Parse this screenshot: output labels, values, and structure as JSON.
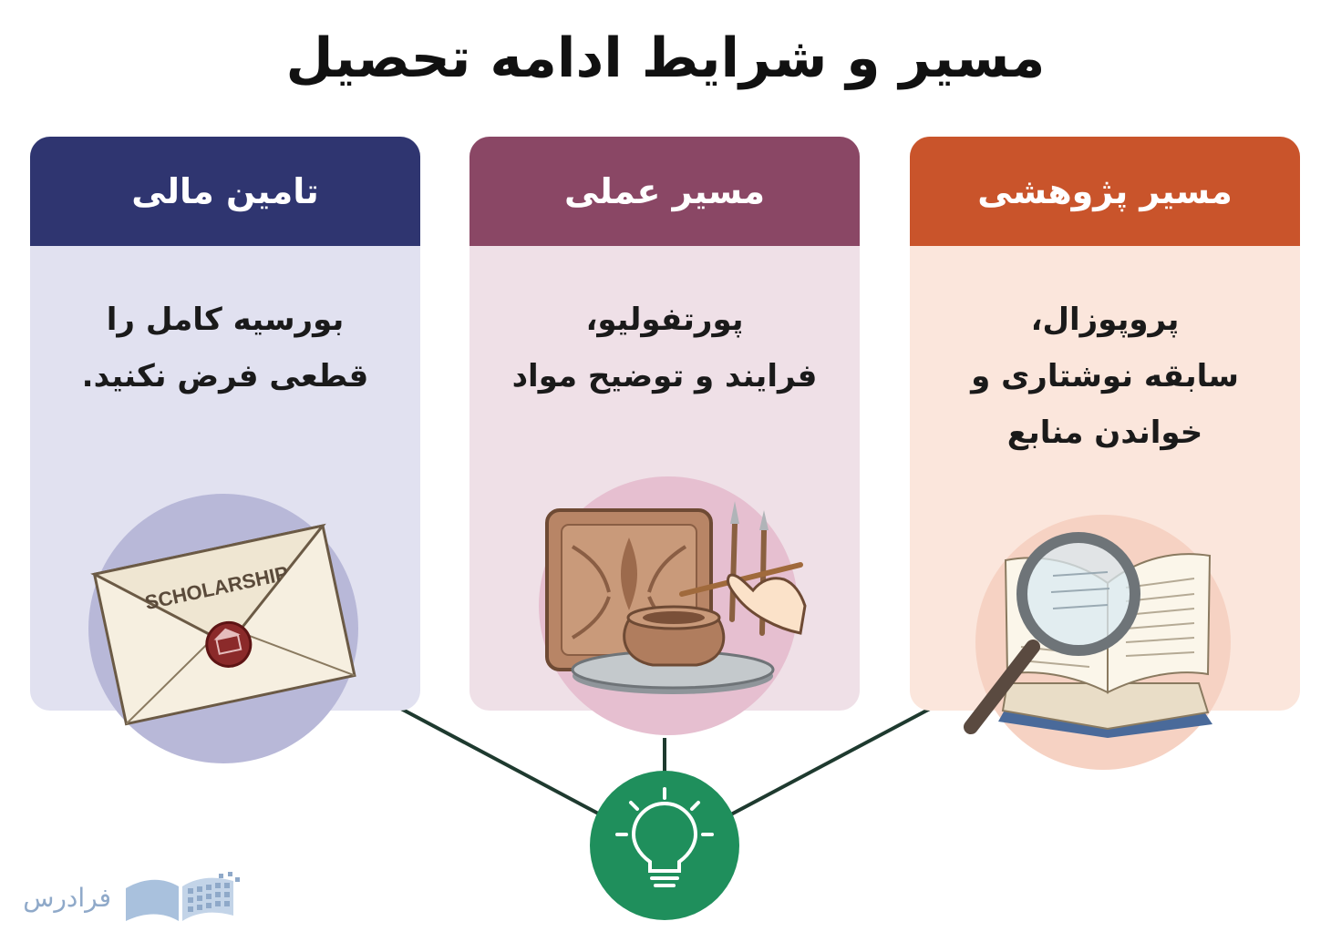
{
  "page": {
    "title": "مسیر و شرایط ادامه تحصیل"
  },
  "cards": [
    {
      "id": "research",
      "header": "مسیر پژوهشی",
      "lines": [
        "پروپوزال،",
        "سابقه نوشتاری و",
        "خواندن منابع"
      ],
      "icon": "magnifier-book-icon",
      "header_color": "#c9542b",
      "body_color": "#fbe6dc"
    },
    {
      "id": "practical",
      "header": "مسیر عملی",
      "lines": [
        "پورتفولیو،",
        "فرایند و توضیح مواد"
      ],
      "icon": "pottery-icon",
      "header_color": "#8a4765",
      "body_color": "#efe0e7"
    },
    {
      "id": "funding",
      "header": "تامین مالی",
      "lines": [
        "بورسیه کامل را",
        "قطعی فرض نکنید."
      ],
      "icon": "scholarship-envelope-icon",
      "envelope_text": "SCHOLARSHIP",
      "header_color": "#2f3570",
      "body_color": "#e1e1f0"
    }
  ],
  "hub": {
    "icon": "lightbulb-icon",
    "color": "#1f8f5c"
  },
  "logo": {
    "text": "فرادرس",
    "color": "#8fa9c9"
  }
}
